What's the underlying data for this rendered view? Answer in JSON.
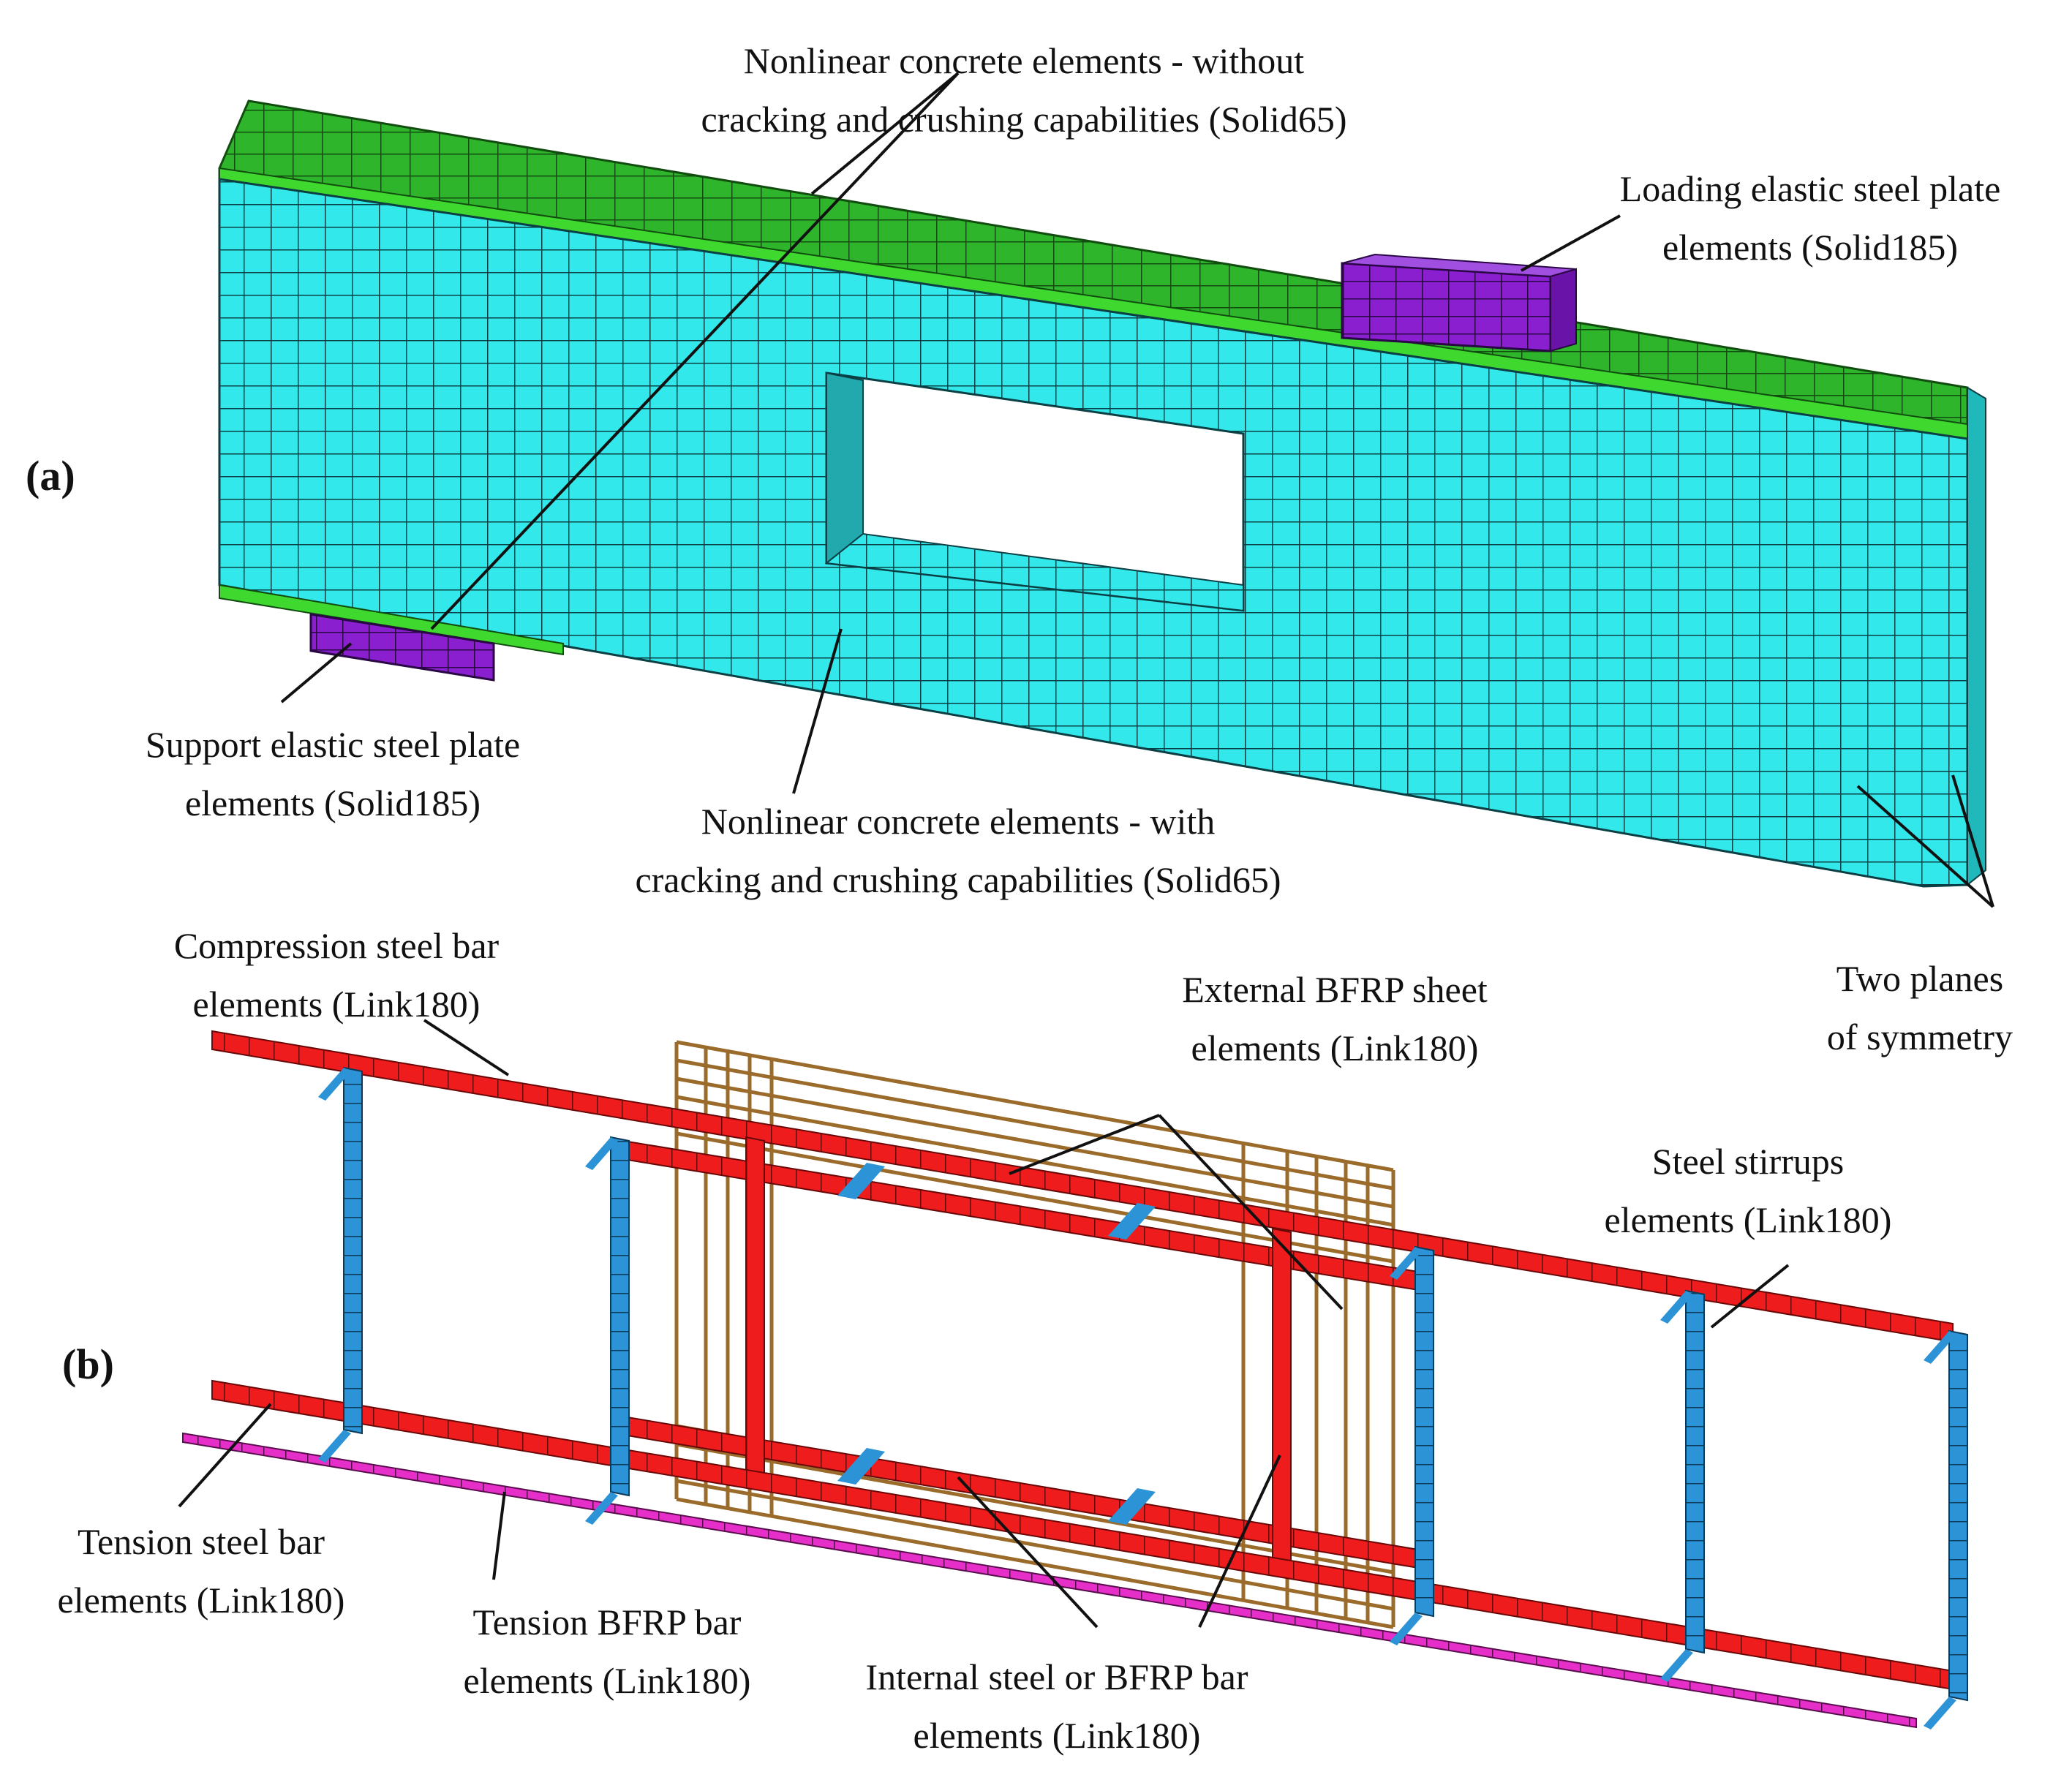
{
  "panels": {
    "a": "(a)",
    "b": "(b)"
  },
  "labels": {
    "concrete_without": [
      "Nonlinear concrete elements - without",
      "cracking and crushing capabilities (Solid65)"
    ],
    "loading_plate": [
      "Loading elastic steel plate",
      "elements (Solid185)"
    ],
    "support_plate": [
      "Support elastic steel plate",
      "elements (Solid185)"
    ],
    "concrete_with": [
      "Nonlinear concrete elements - with",
      "cracking and crushing capabilities (Solid65)"
    ],
    "symmetry": [
      "Two planes",
      "of symmetry"
    ],
    "compression_bar": [
      "Compression steel bar",
      "elements (Link180)"
    ],
    "bfrp_sheet": [
      "External BFRP sheet",
      "elements (Link180)"
    ],
    "stirrups": [
      "Steel stirrups",
      "elements (Link180)"
    ],
    "tension_steel": [
      "Tension steel bar",
      "elements (Link180)"
    ],
    "tension_bfrp": [
      "Tension BFRP bar",
      "elements (Link180)"
    ],
    "internal_bar": [
      "Internal steel or BFRP bar",
      "elements (Link180)"
    ]
  },
  "colors": {
    "concrete_cracking": "#33e8ea",
    "concrete_no_cracking": "#2fa62c",
    "steel_plate": "#8a1fcf",
    "steel_bar": "#ee1c1c",
    "stirrup": "#2c93d6",
    "bfrp_bar": "#e62fc8",
    "bfrp_sheet": "#9a6b2b",
    "mesh_line": "#0b3f44"
  }
}
